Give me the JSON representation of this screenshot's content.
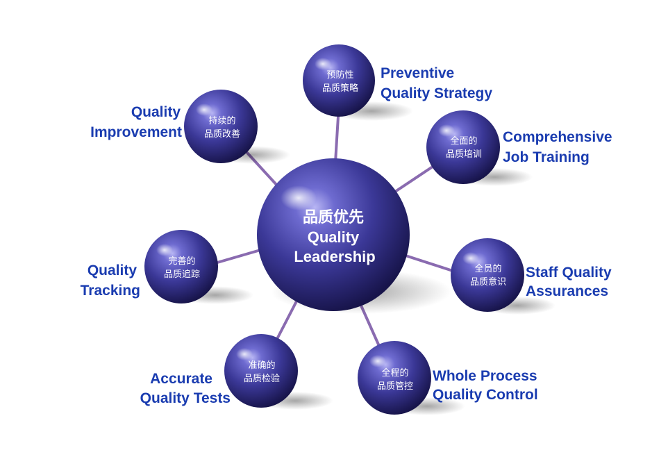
{
  "center": {
    "label_cn": "品质优先",
    "label_en_1": "Quality",
    "label_en_2": "Leadership"
  },
  "nodes": [
    {
      "id": "preventive",
      "cn_1": "预防性",
      "cn_2": "品质策略",
      "en_1": "Preventive",
      "en_2": "Quality Strategy"
    },
    {
      "id": "comprehensive",
      "cn_1": "全面的",
      "cn_2": "品质培训",
      "en_1": "Comprehensive",
      "en_2": "Job Training"
    },
    {
      "id": "staff",
      "cn_1": "全员的",
      "cn_2": "品质意识",
      "en_1": "Staff Quality",
      "en_2": "Assurances"
    },
    {
      "id": "whole-process",
      "cn_1": "全程的",
      "cn_2": "品质管控",
      "en_1": "Whole Process",
      "en_2": "Quality Control"
    },
    {
      "id": "accurate",
      "cn_1": "准确的",
      "cn_2": "品质检验",
      "en_1": "Accurate",
      "en_2": "Quality Tests"
    },
    {
      "id": "tracking",
      "cn_1": "完善的",
      "cn_2": "品质追踪",
      "en_1": "Quality",
      "en_2": "Tracking"
    },
    {
      "id": "improvement",
      "cn_1": "持续的",
      "cn_2": "品质改善",
      "en_1": "Quality",
      "en_2": "Improvement"
    }
  ],
  "colors": {
    "orb_dark": "#1e1a5e",
    "orb_mid": "#3d3a9a",
    "orb_light": "#8a88e0",
    "connector": "#8a6bb0",
    "label_blue": "#1a3cb0"
  }
}
